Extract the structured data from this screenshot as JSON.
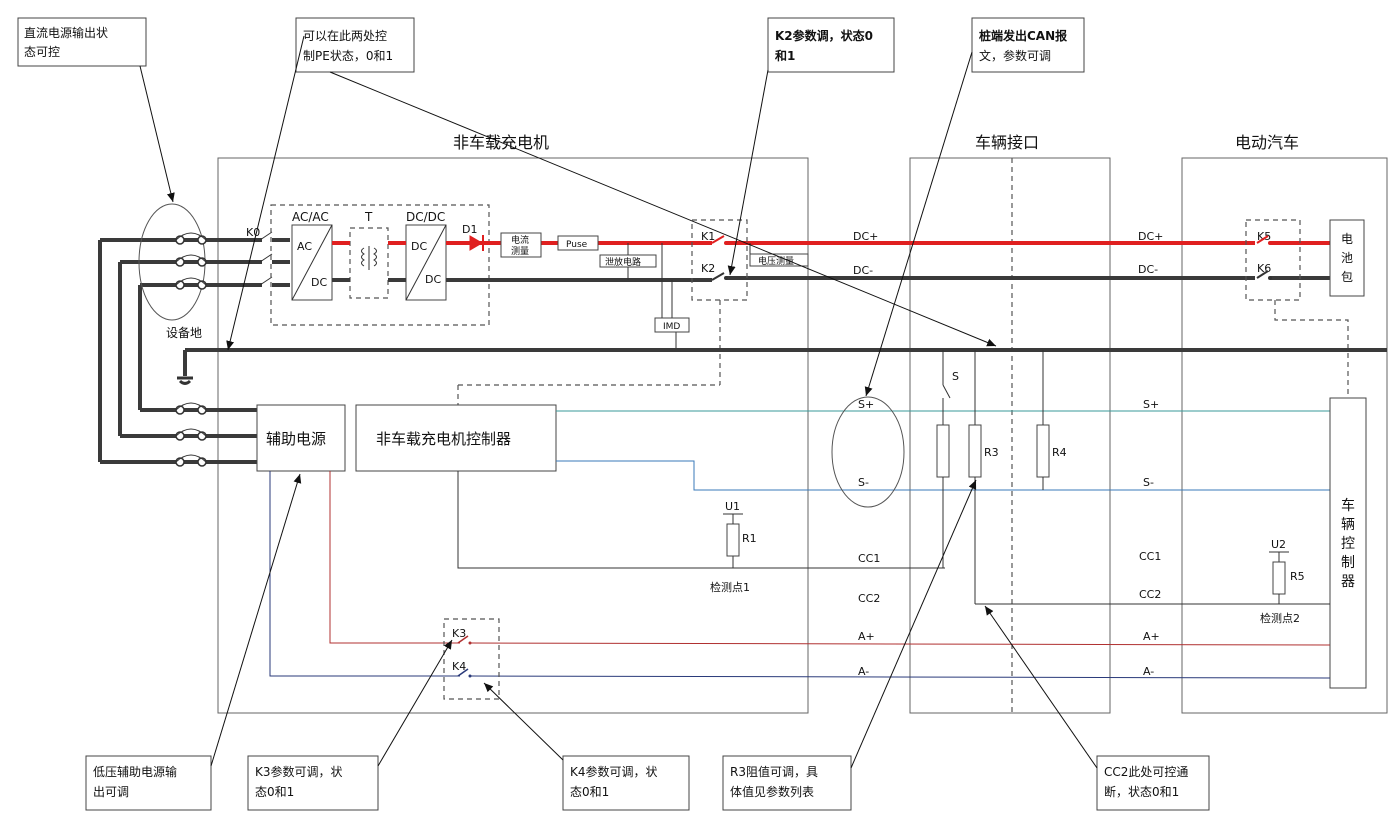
{
  "sections": {
    "charger": "非车载充电机",
    "interface": "车辆接口",
    "ev": "电动汽车"
  },
  "blocks": {
    "acac": "AC/AC",
    "ac": "AC",
    "dc": "DC",
    "t": "T",
    "dcdc": "DC/DC",
    "dc_in": "DC",
    "dc_out": "DC",
    "d1": "D1",
    "current_meas_1": "电流",
    "current_meas_2": "测量",
    "fuse": "Puse",
    "discharge": "泄放电路",
    "voltage_meas": "电压测量",
    "imd": "IMD",
    "aux_power": "辅助电源",
    "charger_ctrl": "非车载充电机控制器",
    "battery_1": "电",
    "battery_2": "池",
    "battery_3": "包",
    "vehicle_ctrl": [
      "车",
      "辆",
      "控",
      "制",
      "器"
    ],
    "equipment_ground": "设备地"
  },
  "labels": {
    "k0": "K0",
    "k1": "K1",
    "k2": "K2",
    "k3": "K3",
    "k4": "K4",
    "k5": "K5",
    "k6": "K6",
    "dc_plus": "DC+",
    "dc_minus": "DC-",
    "s_plus": "S+",
    "s_minus": "S-",
    "cc1": "CC1",
    "cc2": "CC2",
    "a_plus": "A+",
    "a_minus": "A-",
    "s": "S",
    "r1": "R1",
    "r3": "R3",
    "r4": "R4",
    "r5": "R5",
    "u1": "U1",
    "u2": "U2",
    "detect1": "检测点1",
    "detect2": "检测点2"
  },
  "callouts": {
    "dc_power": [
      "直流电源输出状",
      "态可控"
    ],
    "pe": [
      "可以在此两处控",
      "制PE状态，0和1"
    ],
    "k2": [
      "K2参数调，状态0",
      "和1"
    ],
    "can": [
      "桩端发出CAN报",
      "文，参数可调"
    ],
    "aux": [
      "低压辅助电源输",
      "出可调"
    ],
    "k3": [
      "K3参数可调，状",
      "态0和1"
    ],
    "k4": [
      "K4参数可调，状",
      "态0和1"
    ],
    "r3": [
      "R3阻值可调，具",
      "体值见参数列表"
    ],
    "cc2": [
      "CC2此处可控通",
      "断，状态0和1"
    ]
  },
  "colors": {
    "dc_positive": "#e02020",
    "dc_negative": "#3a3a3a",
    "s_plus_line": "#3a9a9a",
    "s_minus_line": "#3a7ab8",
    "a_plus_line": "#b03030",
    "a_minus_line": "#2a3a7a"
  }
}
